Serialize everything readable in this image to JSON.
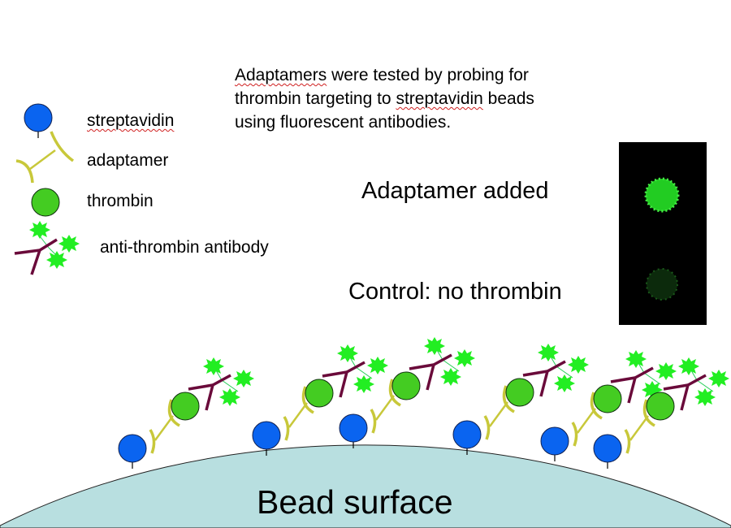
{
  "legend": {
    "streptavidin": "streptavidin",
    "adaptamer": "adaptamer",
    "thrombin": "thrombin",
    "antibody": "anti-thrombin antibody"
  },
  "description": {
    "word1": "Adaptamers",
    "part1": " were tested by probing for thrombin targeting to ",
    "word2": "streptavidin",
    "part2": " beads using fluorescent antibodies."
  },
  "labels": {
    "adaptamer_added": "Adaptamer added",
    "control": "Control: no thrombin",
    "bead_surface": "Bead surface"
  },
  "colors": {
    "streptavidin": "#0a64f0",
    "adaptamer": "#c8c83a",
    "thrombin": "#44cc22",
    "antibody": "#6a0a3a",
    "fluorophore": "#22ee22",
    "bead": "#b8dfe0"
  }
}
